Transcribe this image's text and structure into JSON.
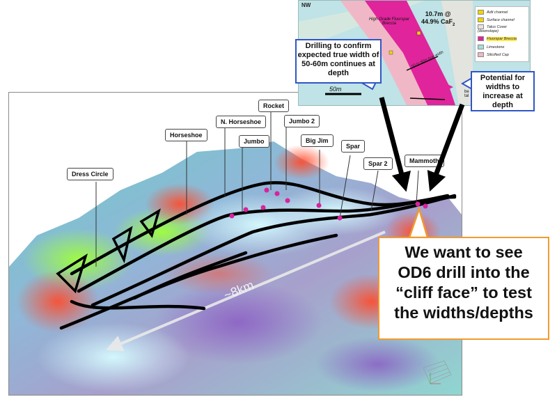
{
  "inset": {
    "direction": "NW",
    "intercept_line1": "10.7m @",
    "intercept_line2": "44.9% CaF",
    "intercept_sub": "2",
    "breccia_label": "High-Grade Fluorspar Breccia",
    "true_width_label": "50 to 60m true width",
    "scale_label": "50m",
    "right_edge_text": "be tal",
    "legend": [
      {
        "label": "Adit channel",
        "color": "#f2d400"
      },
      {
        "label": "Surface channel",
        "color": "#f2d400"
      },
      {
        "label": "Talus Cover (downslope)",
        "color": "#e9e4dc"
      },
      {
        "label": "Fluorspar Breccia",
        "color": "#e0249b"
      },
      {
        "label": "Limestone",
        "color": "#a9dcd4"
      },
      {
        "label": "Silicified Cap",
        "color": "#f0b8c6"
      }
    ]
  },
  "callouts": {
    "drilling": "Drilling to confirm expected true width of 50-60m continues at depth",
    "potential": "Potential for widths to increase at depth",
    "main_line1": "We want to see",
    "main_line2": "OD6 drill into the",
    "main_line3": "“cliff face” to test",
    "main_line4": "the widths/depths"
  },
  "map": {
    "distance_label": "~8km",
    "prospects": [
      "Dress Circle",
      "Horseshoe",
      "N. Horseshoe",
      "Jumbo",
      "Rocket",
      "Jumbo 2",
      "Big Jim",
      "Spar",
      "Spar 2",
      "Mammoth"
    ]
  },
  "colors": {
    "callout_border": "#2f56c4",
    "main_callout_border": "#f29a2e",
    "breccia": "#e0249b",
    "drillhole": "#d6249c"
  }
}
